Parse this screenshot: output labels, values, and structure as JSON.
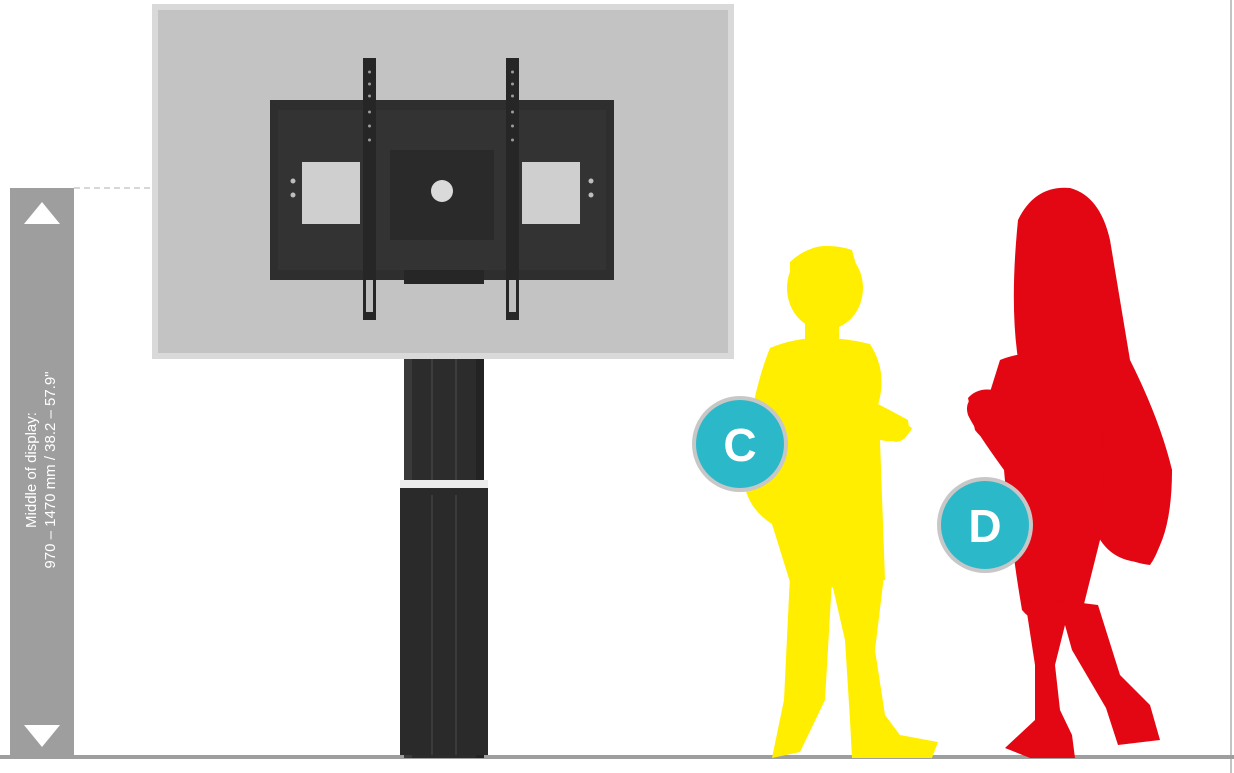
{
  "height_range": {
    "title": "Middle of display:",
    "value": "970 – 1470 mm / 38.2 – 57.9\""
  },
  "persons": [
    {
      "label": "C",
      "color": "#FFEE00"
    },
    {
      "label": "D",
      "color": "#E30613"
    }
  ],
  "colors": {
    "display": "#C4C4C4",
    "display_frame": "#D7D7D7",
    "mount": "#2E2E2E",
    "column": "#2B2B2B",
    "range_bar": "#9E9E9E",
    "badge": "#2BB8C9",
    "floor": "#9E9E9E"
  }
}
